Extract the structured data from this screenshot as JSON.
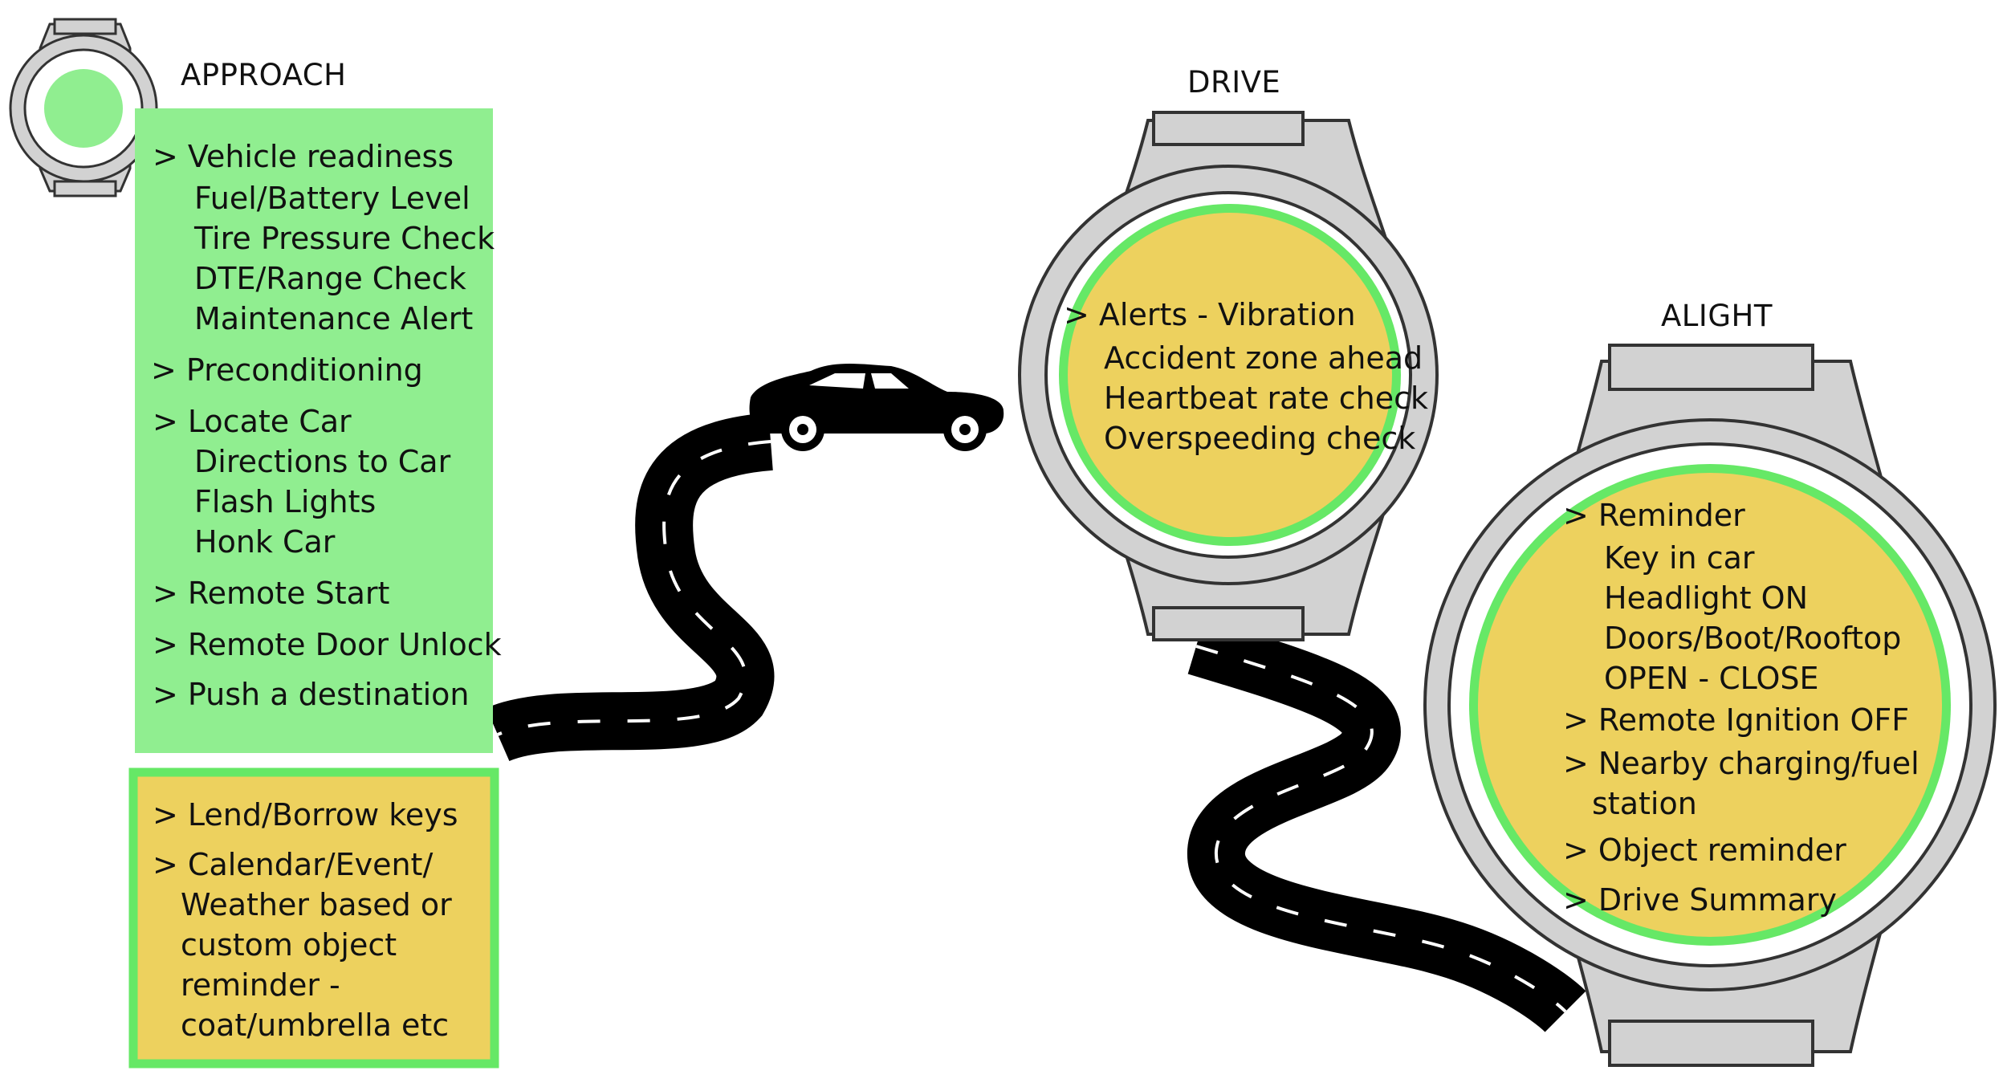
{
  "colors": {
    "green_panel": "#90ee90",
    "green_border": "#66e866",
    "yellow_fill": "#edd15e",
    "watch_gray": "#d2d2d2",
    "outline": "#333333",
    "road": "#000000",
    "road_dash": "#ffffff"
  },
  "approach": {
    "title": "APPROACH",
    "icon": "small-watch-icon",
    "items": [
      "> Vehicle readiness",
      "Fuel/Battery Level",
      "Tire Pressure Check",
      "DTE/Range Check",
      "Maintenance Alert",
      "> Preconditioning",
      "> Locate Car",
      "Directions to Car",
      "Flash Lights",
      "Honk Car",
      "> Remote Start",
      "> Remote Door Unlock",
      "> Push a destination"
    ],
    "extra_items": [
      "> Lend/Borrow keys",
      "> Calendar/Event/",
      "Weather based or",
      "custom object",
      "reminder -",
      "coat/umbrella etc"
    ]
  },
  "drive": {
    "title": "DRIVE",
    "icon": "car-icon",
    "items": [
      "> Alerts - Vibration",
      "Accident zone ahead",
      "Heartbeat rate check",
      "Overspeeding check"
    ]
  },
  "alight": {
    "title": "ALIGHT",
    "items": [
      "> Reminder",
      "Key in car",
      "Headlight ON",
      "Doors/Boot/Rooftop",
      "OPEN - CLOSE",
      "> Remote Ignition OFF",
      "> Nearby charging/fuel",
      "station",
      "> Object reminder",
      "> Drive Summary"
    ]
  }
}
